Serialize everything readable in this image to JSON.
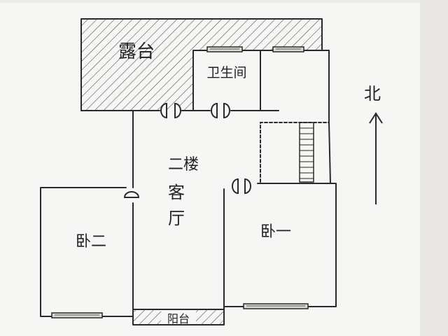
{
  "rooms": {
    "terrace": "露台",
    "bathroom": "卫生间",
    "floor": "二楼",
    "living_line1": "客",
    "living_line2": "厅",
    "bedroom_two": "卧二",
    "bedroom_one": "卧一",
    "balcony": "阳台"
  },
  "compass": {
    "label": "北"
  },
  "colors": {
    "ink": "#2a2a2a",
    "paper": "#f7f7f5",
    "background": "#ecebe8"
  }
}
